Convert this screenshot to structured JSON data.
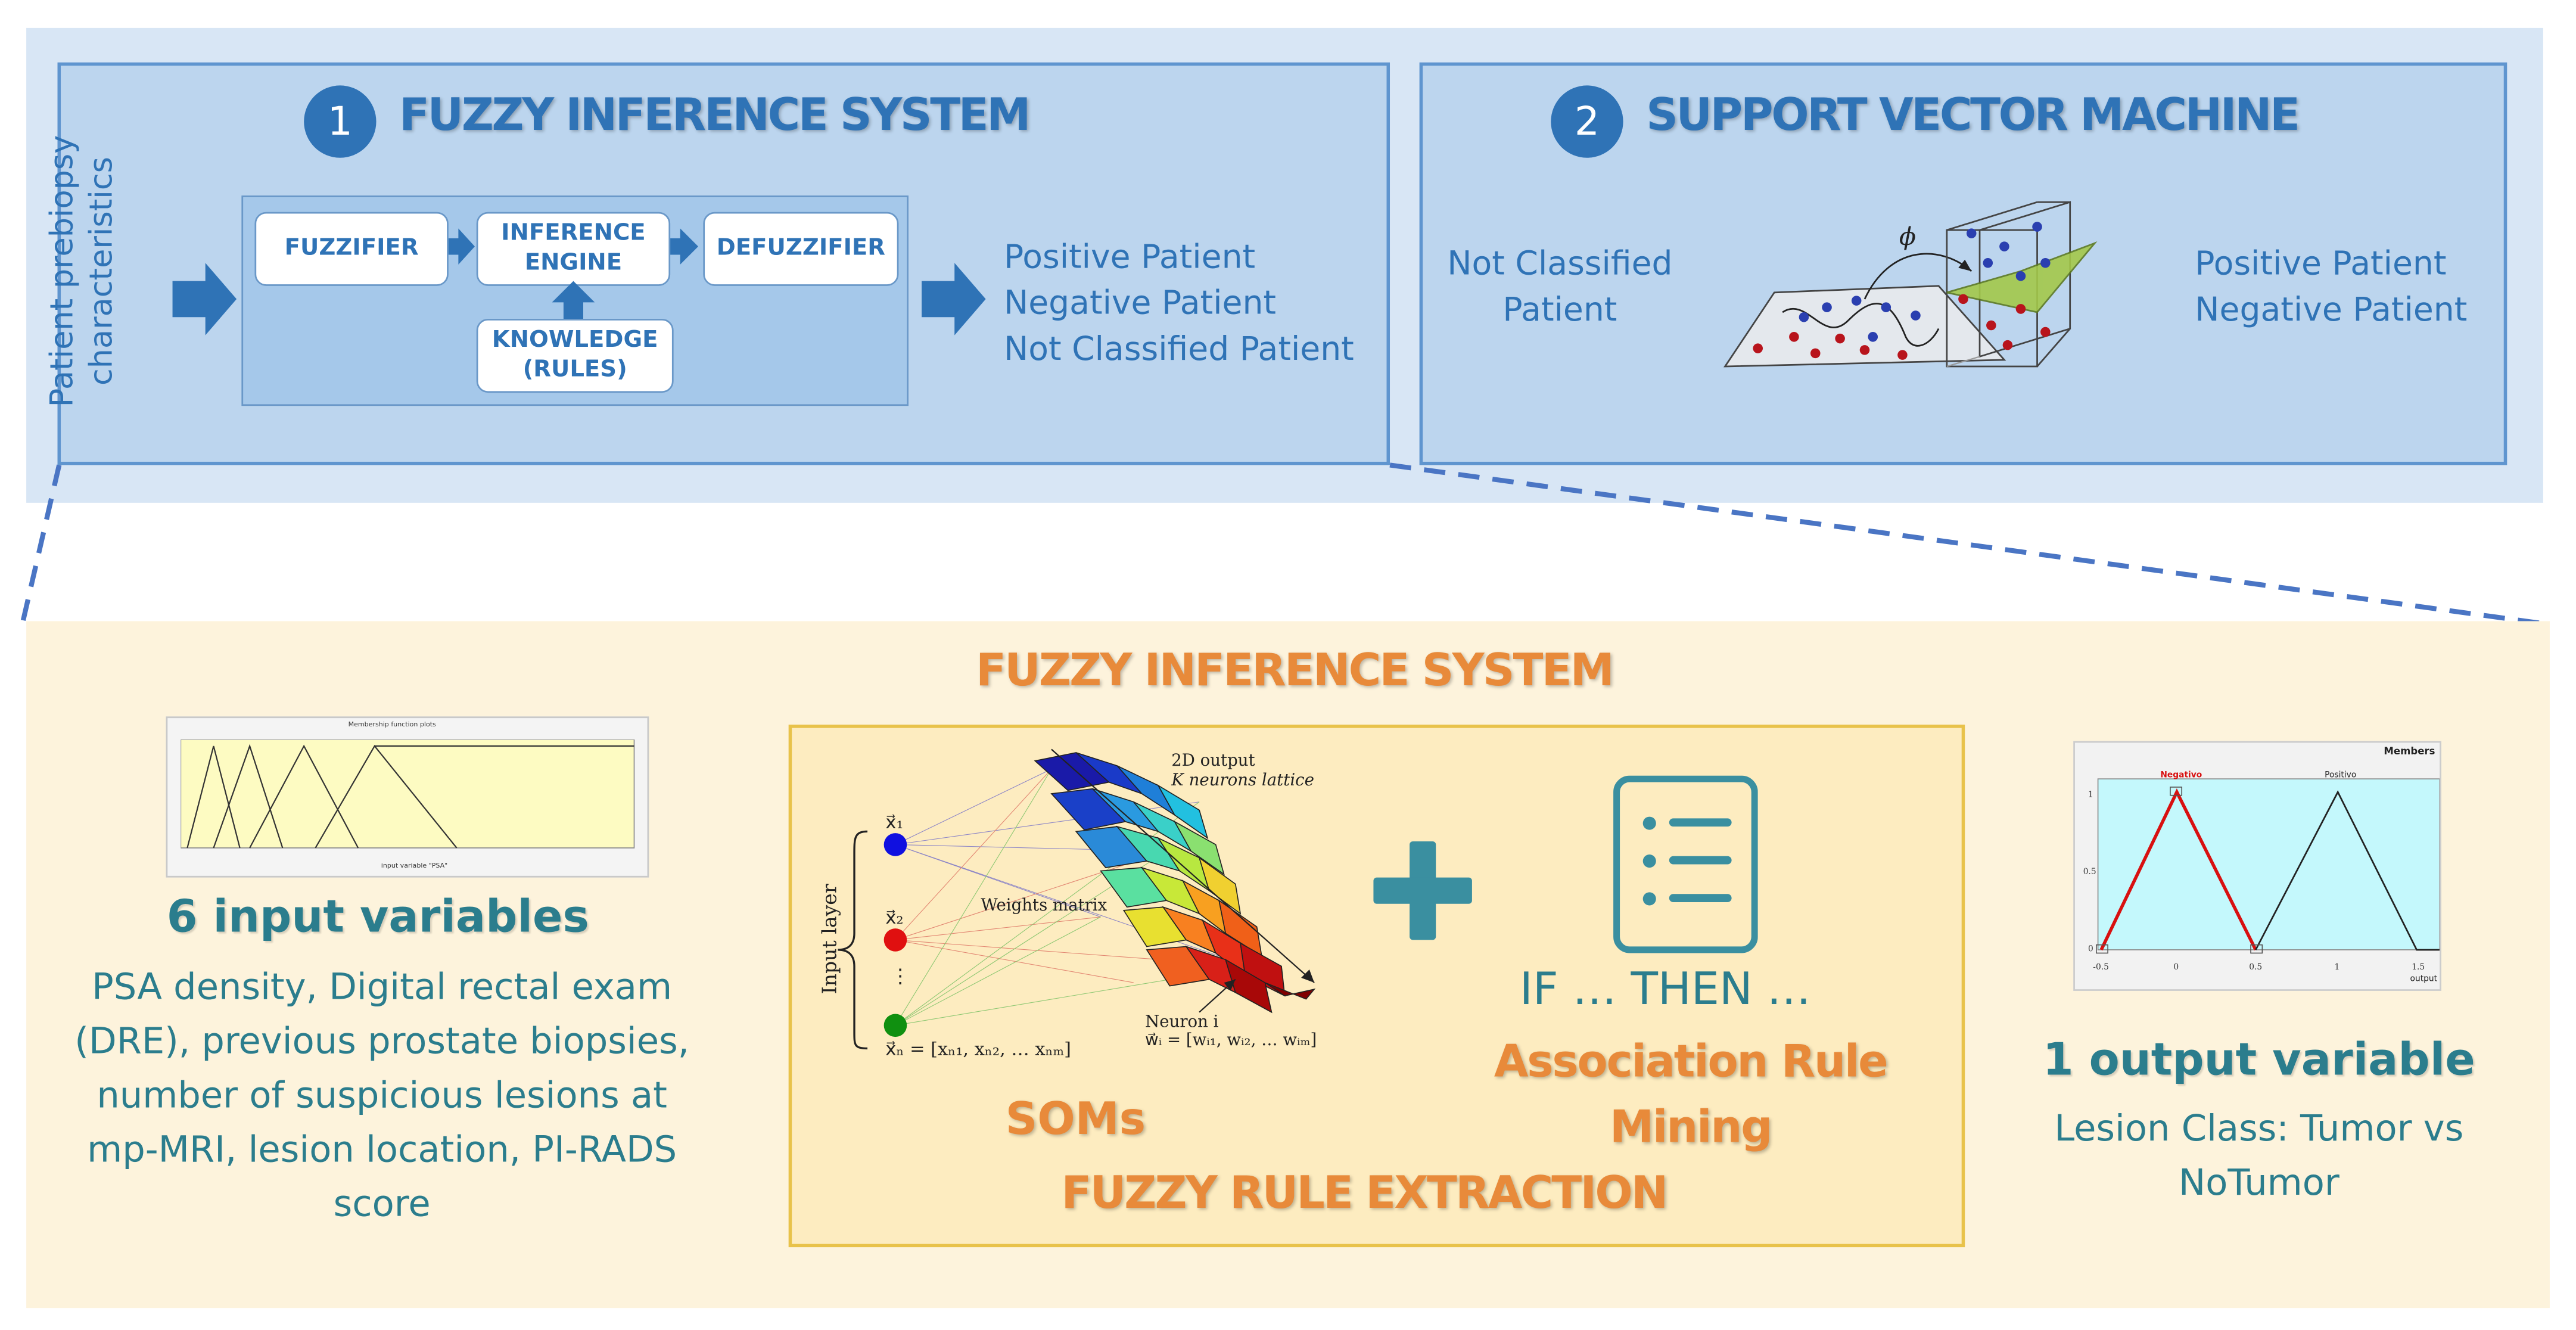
{
  "fis_panel": {
    "number": "1",
    "title": "FUZZY INFERENCE SYSTEM",
    "input_label_line1": "Patient prebiopsy",
    "input_label_line2": "characteristics",
    "fuzzifier": "FUZZIFIER",
    "inference_engine_line1": "INFERENCE",
    "inference_engine_line2": "ENGINE",
    "defuzzifier": "DEFUZZIFIER",
    "knowledge_line1": "KNOWLEDGE",
    "knowledge_line2": "(RULES)",
    "outputs": [
      "Positive Patient",
      "Negative Patient",
      "Not Classified Patient"
    ]
  },
  "svm_panel": {
    "number": "2",
    "title": "SUPPORT VECTOR MACHINE",
    "input_line1": "Not Classified",
    "input_line2": "Patient",
    "phi": "ϕ",
    "outputs": [
      "Positive Patient",
      "Negative Patient"
    ]
  },
  "detail": {
    "title": "FUZZY INFERENCE SYSTEM",
    "input_plot": {
      "header": "Membership function plots",
      "xlabel": "input variable \"PSA\""
    },
    "input_heading": "6 input variables",
    "input_description": "PSA density, Digital rectal exam (DRE), previous prostate biopsies, number of suspicious lesions at mp-MRI, lesion location, PI-RADS score",
    "som": {
      "input_layer_label": "Input layer",
      "x1": "x⃗₁",
      "x2": "x⃗₂",
      "xn": "x⃗ₙ",
      "xn_formula": "x⃗ₙ = [xₙ₁, xₙ₂, … xₙₘ]",
      "output_line1": "2D output",
      "output_line2": "K neurons lattice",
      "weights": "Weights matrix",
      "neuron": "Neuron i",
      "neuron_formula": "w⃗ᵢ = [wᵢ₁, wᵢ₂, … wᵢₘ]"
    },
    "soms_label": "SOMs",
    "if_then": "IF … THEN …",
    "arm_line1": "Association Rule",
    "arm_line2": "Mining",
    "rule_extraction": "FUZZY RULE EXTRACTION",
    "output_plot": {
      "header": "Members",
      "negativo": "Negativo",
      "positivo": "Positivo",
      "xlabel": "output"
    },
    "output_heading": "1 output variable",
    "output_description_line1": "Lesion Class: Tumor vs",
    "output_description_line2": "NoTumor"
  },
  "colors": {
    "blue_accent": "#2f73b6",
    "orange_accent": "#e88a3a",
    "teal_text": "#2b7d8d",
    "rule_icon": "#3a8fa0"
  }
}
